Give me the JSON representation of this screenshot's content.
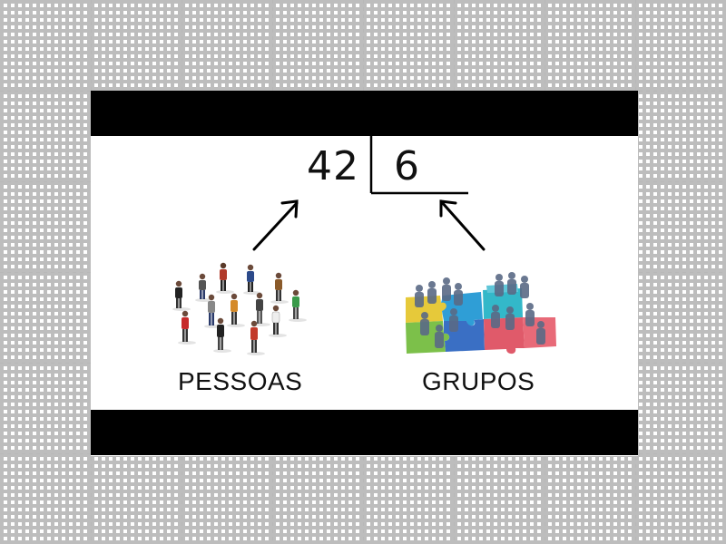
{
  "division": {
    "dividend": "42",
    "divisor": "6"
  },
  "labels": {
    "left": "PESSOAS",
    "right": "GRUPOS"
  },
  "icons": {
    "left": "crowd-of-people-icon",
    "right": "puzzle-groups-icon"
  }
}
